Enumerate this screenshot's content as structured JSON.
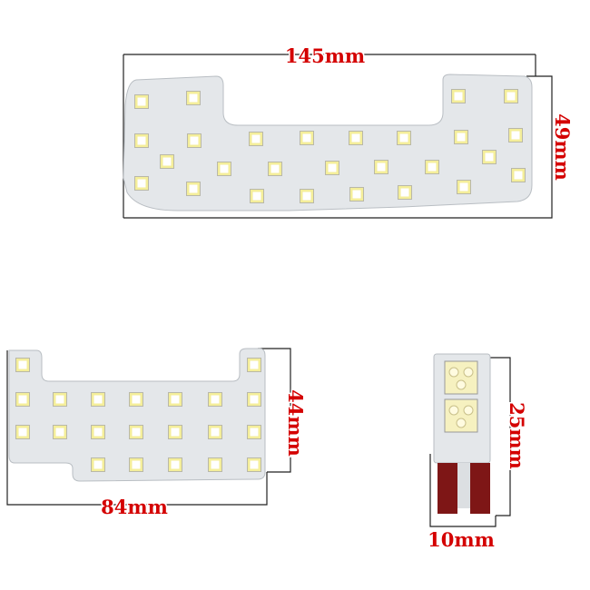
{
  "panels": {
    "large": {
      "width_label": "145mm",
      "height_label": "49mm"
    },
    "medium": {
      "width_label": "84mm",
      "height_label": "44mm"
    },
    "small": {
      "width_label": "10mm",
      "height_label": "25mm"
    }
  },
  "colors": {
    "label": "#d40000",
    "board": "#e4e7ea",
    "led": "#f4ee9a",
    "connector": "#8a1a1a",
    "background": "#ffffff"
  }
}
